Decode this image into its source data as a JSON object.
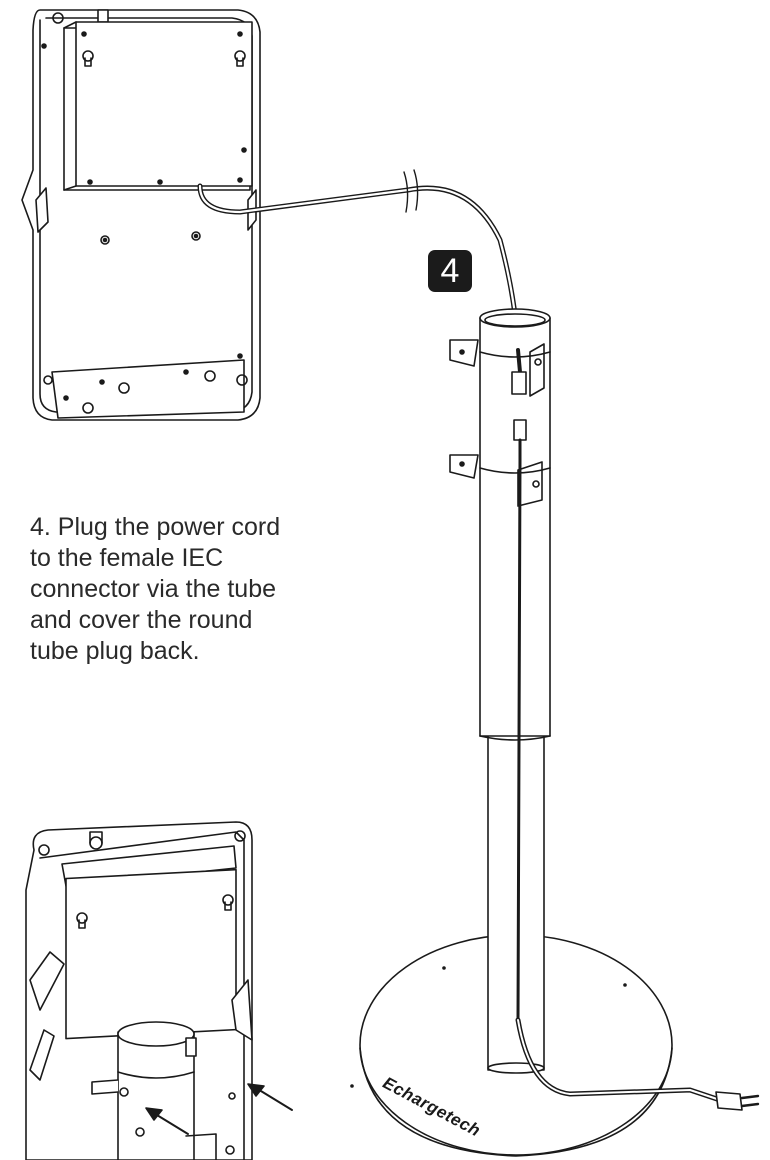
{
  "step": {
    "number": "4"
  },
  "instruction": {
    "lines": [
      "4. Plug the power cord",
      "to the female IEC",
      "connector via the tube",
      "and cover the round",
      "tube plug back."
    ]
  },
  "brand": {
    "logo_text": "Echargetech"
  },
  "colors": {
    "line": "#1a1a1a",
    "badge": "#1b1b1b",
    "fill": "#ffffff"
  },
  "icons": [
    "arrow-icon",
    "power-plug-icon",
    "keyhole-icon",
    "screw-icon"
  ]
}
